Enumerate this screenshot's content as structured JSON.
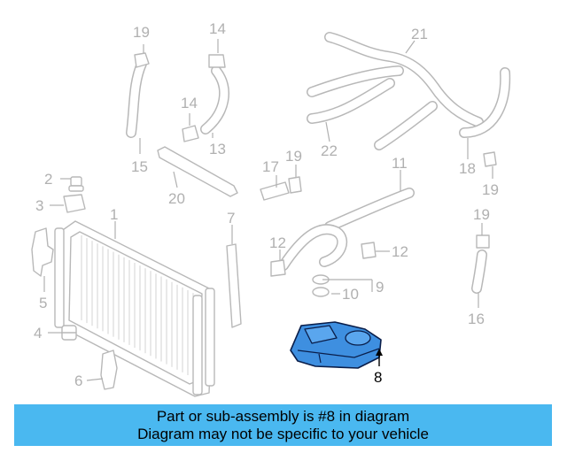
{
  "callouts": {
    "c1": "1",
    "c2": "2",
    "c3": "3",
    "c4": "4",
    "c5": "5",
    "c6": "6",
    "c7": "7",
    "c8": "8",
    "c9": "9",
    "c10": "10",
    "c11": "11",
    "c12a": "12",
    "c12b": "12",
    "c13": "13",
    "c14a": "14",
    "c14b": "14",
    "c15": "15",
    "c16": "16",
    "c17": "17",
    "c18": "18",
    "c19a": "19",
    "c19b": "19",
    "c19c": "19",
    "c19d": "19",
    "c20": "20",
    "c21": "21",
    "c22": "22"
  },
  "highlight_part": "8",
  "colors": {
    "highlight": "#3e8fe0",
    "banner": "#4ab8f0",
    "part_outline": "#b8b8b8"
  },
  "banner": {
    "line1": "Part or sub-assembly is #8 in diagram",
    "line2": "Diagram may not be specific to your vehicle"
  }
}
